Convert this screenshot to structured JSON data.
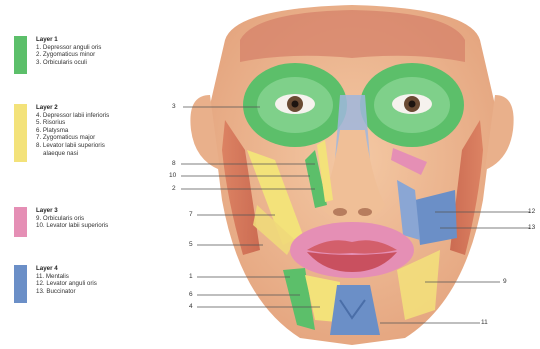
{
  "legend": {
    "layer1": {
      "title": "Layer 1",
      "items": [
        "1. Depressor anguli oris",
        "2. Zygomaticus minor",
        "3. Orbicularis oculi"
      ],
      "color": "#5cbf6a"
    },
    "layer2": {
      "title": "Layer 2",
      "items": [
        "4. Depressor labii inferioris",
        "5. Risorius",
        "6. Platysma",
        "7. Zygomaticus major",
        "8. Levator labii superioris",
        "alaeque nasi"
      ],
      "color": "#f3e27a"
    },
    "layer3": {
      "title": "Layer 3",
      "items": [
        "9. Orbicularis oris",
        "10. Levator labii superioris"
      ],
      "color": "#e58fb5"
    },
    "layer4": {
      "title": "Layer 4",
      "items": [
        "11. Mentalis",
        "12. Levator anguli oris",
        "13. Buccinator"
      ],
      "color": "#6b8fc7"
    }
  },
  "labels": [
    "3",
    "8",
    "10",
    "2",
    "7",
    "5",
    "1",
    "6",
    "4",
    "12",
    "13",
    "9",
    "11"
  ]
}
